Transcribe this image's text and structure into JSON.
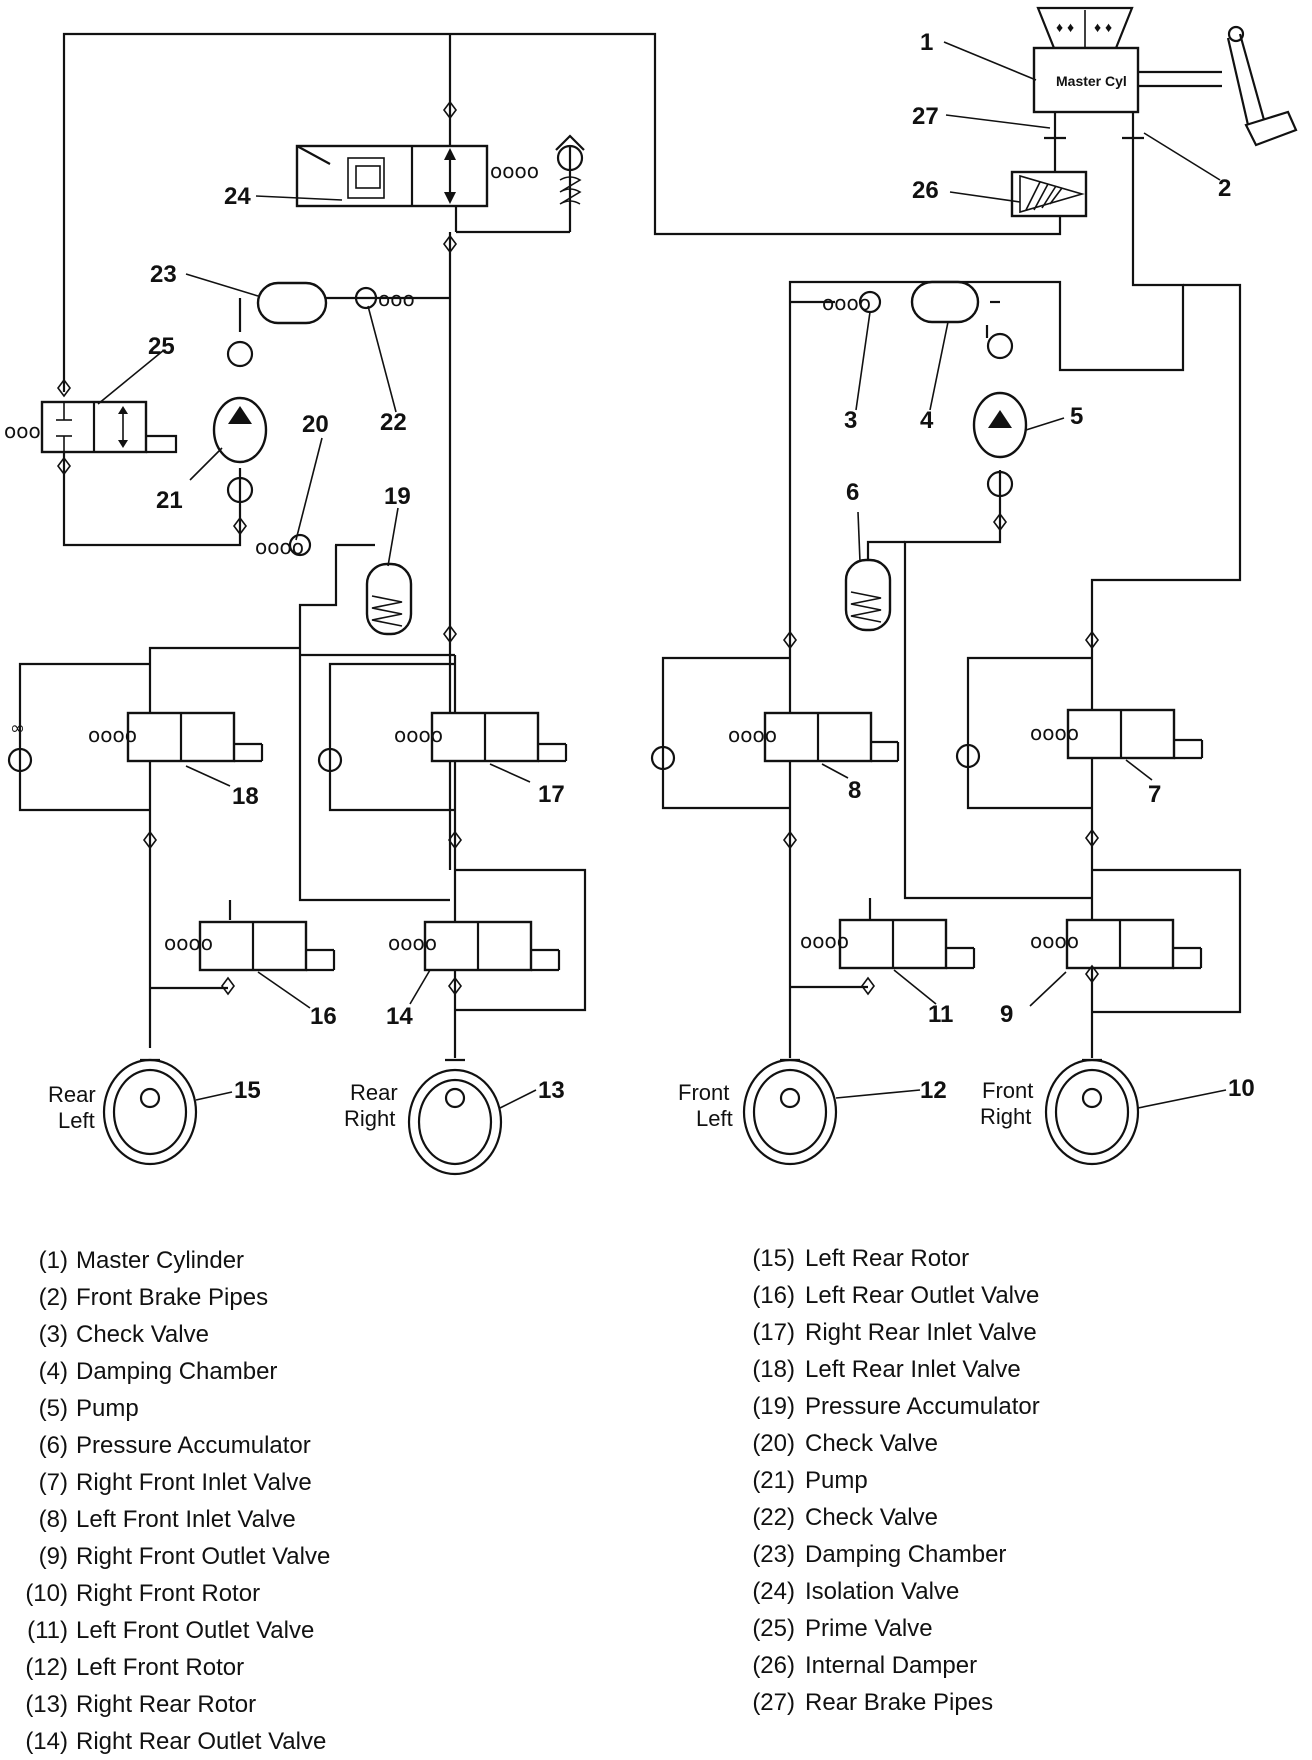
{
  "diagram": {
    "master_label": "Master Cyl",
    "callouts": [
      "1",
      "2",
      "3",
      "4",
      "5",
      "6",
      "7",
      "8",
      "9",
      "10",
      "11",
      "12",
      "13",
      "14",
      "15",
      "16",
      "17",
      "18",
      "19",
      "20",
      "21",
      "22",
      "23",
      "24",
      "25",
      "26",
      "27"
    ],
    "wheels": {
      "rear_left": [
        "Rear",
        "Left"
      ],
      "rear_right": [
        "Rear",
        "Right"
      ],
      "front_left": [
        "Front",
        "Left"
      ],
      "front_right": [
        "Front",
        "Right"
      ]
    }
  },
  "legend": {
    "left": [
      {
        "idx": "(1)",
        "text": "Master Cylinder"
      },
      {
        "idx": "(2)",
        "text": "Front Brake Pipes"
      },
      {
        "idx": "(3)",
        "text": "Check Valve"
      },
      {
        "idx": "(4)",
        "text": "Damping Chamber"
      },
      {
        "idx": "(5)",
        "text": "Pump"
      },
      {
        "idx": "(6)",
        "text": "Pressure Accumulator"
      },
      {
        "idx": "(7)",
        "text": "Right Front Inlet Valve"
      },
      {
        "idx": "(8)",
        "text": "Left Front Inlet Valve"
      },
      {
        "idx": "(9)",
        "text": "Right Front Outlet Valve"
      },
      {
        "idx": "(10)",
        "text": "Right Front Rotor"
      },
      {
        "idx": "(11)",
        "text": "Left Front Outlet Valve"
      },
      {
        "idx": "(12)",
        "text": "Left Front Rotor"
      },
      {
        "idx": "(13)",
        "text": "Right Rear Rotor"
      },
      {
        "idx": "(14)",
        "text": "Right Rear Outlet Valve"
      }
    ],
    "right": [
      {
        "idx": "(15)",
        "text": "Left Rear Rotor"
      },
      {
        "idx": "(16)",
        "text": "Left Rear Outlet Valve"
      },
      {
        "idx": "(17)",
        "text": "Right Rear Inlet Valve"
      },
      {
        "idx": "(18)",
        "text": "Left Rear Inlet Valve"
      },
      {
        "idx": "(19)",
        "text": "Pressure Accumulator"
      },
      {
        "idx": "(20)",
        "text": "Check Valve"
      },
      {
        "idx": "(21)",
        "text": "Pump"
      },
      {
        "idx": "(22)",
        "text": "Check Valve"
      },
      {
        "idx": "(23)",
        "text": "Damping Chamber"
      },
      {
        "idx": "(24)",
        "text": "Isolation Valve"
      },
      {
        "idx": "(25)",
        "text": "Prime Valve"
      },
      {
        "idx": "(26)",
        "text": "Internal Damper"
      },
      {
        "idx": "(27)",
        "text": "Rear Brake Pipes"
      }
    ]
  }
}
